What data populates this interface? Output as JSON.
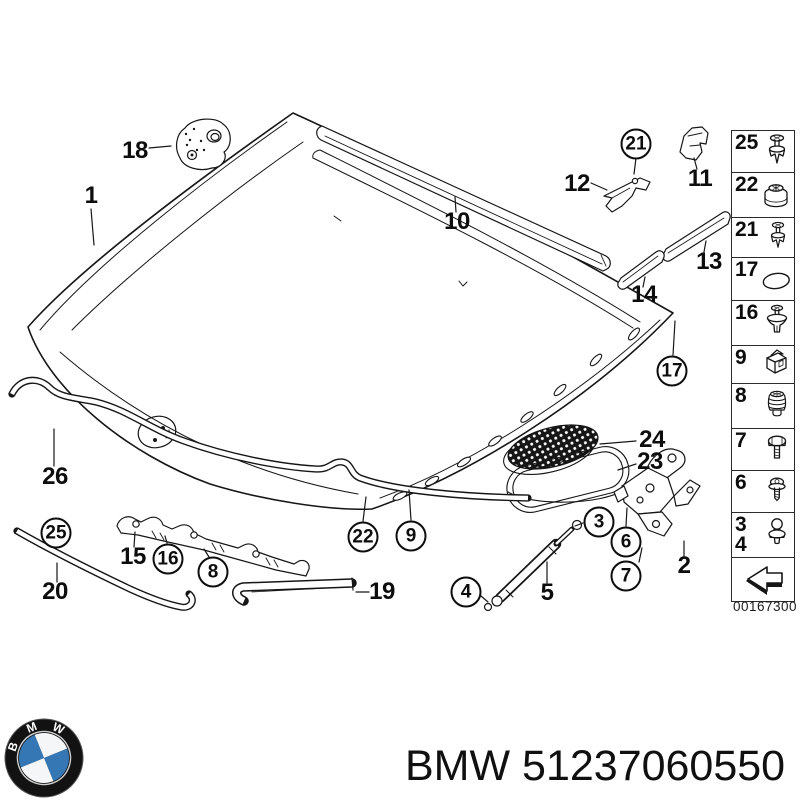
{
  "diagram": {
    "callouts": {
      "c1": "1",
      "c2": "2",
      "c3": "3",
      "c4": "4",
      "c5": "5",
      "c6": "6",
      "c7": "7",
      "c8": "8",
      "c9": "9",
      "c10": "10",
      "c11": "11",
      "c12": "12",
      "c13": "13",
      "c14": "14",
      "c15": "15",
      "c16": "16",
      "c17": "17",
      "c18": "18",
      "c19": "19",
      "c20": "20",
      "c21": "21",
      "c22": "22",
      "c23": "23",
      "c24": "24",
      "c25": "25",
      "c26": "26"
    }
  },
  "sidebar": {
    "rows": [
      {
        "label": "25",
        "icon": "push-rivet"
      },
      {
        "label": "22",
        "icon": "grommet"
      },
      {
        "label": "21",
        "icon": "push-rivet"
      },
      {
        "label": "17",
        "icon": "oval-seal"
      },
      {
        "label": "16",
        "icon": "screw-rivet"
      },
      {
        "label": "9",
        "icon": "clip"
      },
      {
        "label": "8",
        "icon": "plug"
      },
      {
        "label": "7",
        "icon": "flange-bolt"
      },
      {
        "label": "6",
        "icon": "flange-screw"
      },
      {
        "label": "3",
        "label2": "4",
        "icon": "ball-stud"
      },
      {
        "label": "",
        "icon": "direction-arrow"
      }
    ],
    "image_code": "00167300"
  },
  "footer": {
    "logo": {
      "b": "B",
      "m": "M",
      "w": "W"
    },
    "part_number": "BMW 51237060550"
  },
  "colors": {
    "line": "#161616",
    "bmw_blue": "#3577b5",
    "white": "#ffffff"
  }
}
